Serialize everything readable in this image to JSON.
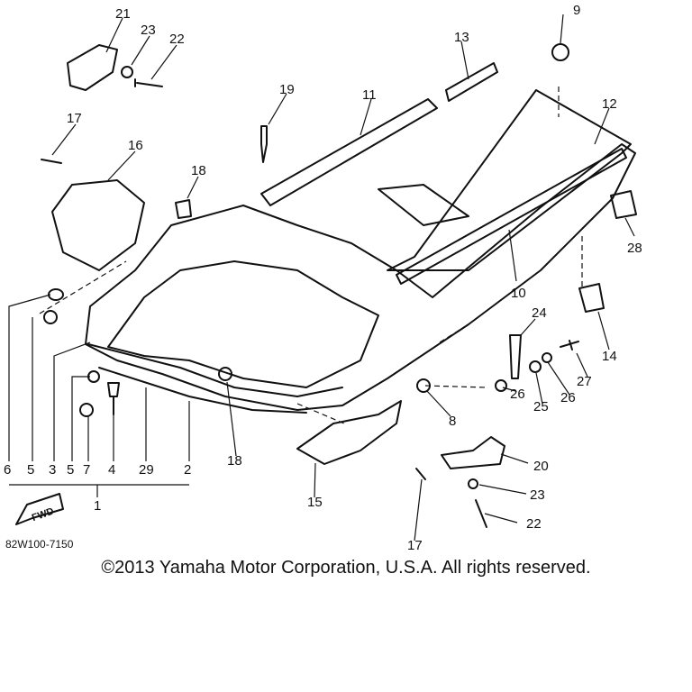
{
  "diagram": {
    "part_labels": {
      "p21": "21",
      "p23a": "23",
      "p22a": "22",
      "p9": "9",
      "p13": "13",
      "p19": "19",
      "p11": "11",
      "p12": "12",
      "p17a": "17",
      "p16": "16",
      "p18a": "18",
      "p28": "28",
      "p10": "10",
      "p24": "24",
      "p14": "14",
      "p27": "27",
      "p26a": "26",
      "p25": "25",
      "p26b": "26",
      "p8": "8",
      "p18b": "18",
      "p20": "20",
      "p15": "15",
      "p23b": "23",
      "p22b": "22",
      "p17b": "17",
      "p6": "6",
      "p5a": "5",
      "p3": "3",
      "p5b": "5",
      "p7": "7",
      "p4": "4",
      "p29": "29",
      "p2": "2",
      "p1": "1"
    },
    "fwd_label": "FWD",
    "drawing_code": "82W100-7150"
  },
  "copyright": "©2013 Yamaha Motor Corporation, U.S.A. All rights reserved."
}
